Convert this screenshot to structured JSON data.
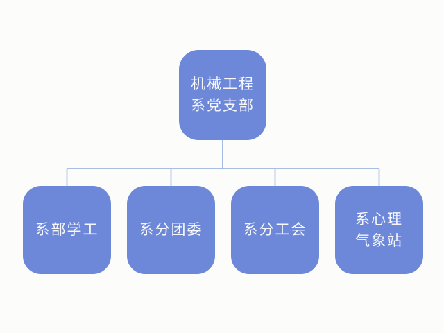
{
  "diagram": {
    "type": "org-chart",
    "root": {
      "label": "机械工程\n系党支部"
    },
    "children": [
      {
        "label": "系部学工"
      },
      {
        "label": "系分团委"
      },
      {
        "label": "系分工会"
      },
      {
        "label": "系心理\n气象站"
      }
    ]
  },
  "colors": {
    "node_fill": "#6d87d9",
    "node_text": "#f5f7fc",
    "connector": "#8fa9de",
    "background": "#fcfcfb"
  }
}
